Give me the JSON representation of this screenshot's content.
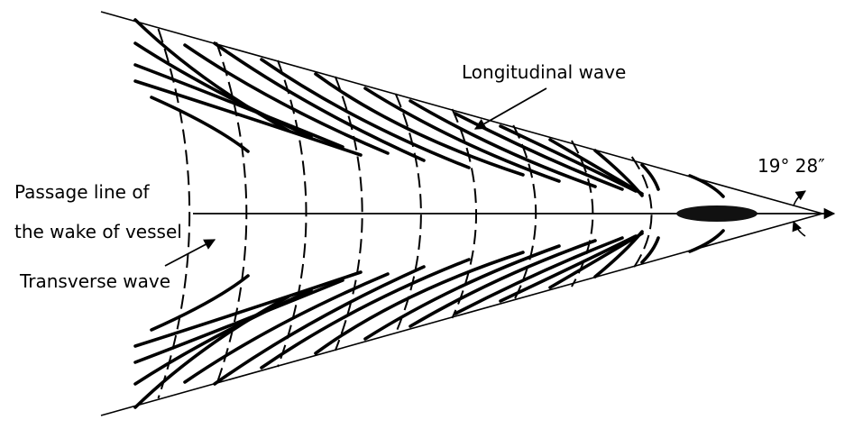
{
  "labels": {
    "longitudinal": "Longitudinal wave",
    "angle": "19° 28″",
    "passage_line_1": "Passage line of",
    "passage_line_2": "the wake of vessel",
    "transverse": "Transverse wave"
  },
  "colors": {
    "ink": "#000000",
    "background": "#ffffff"
  }
}
